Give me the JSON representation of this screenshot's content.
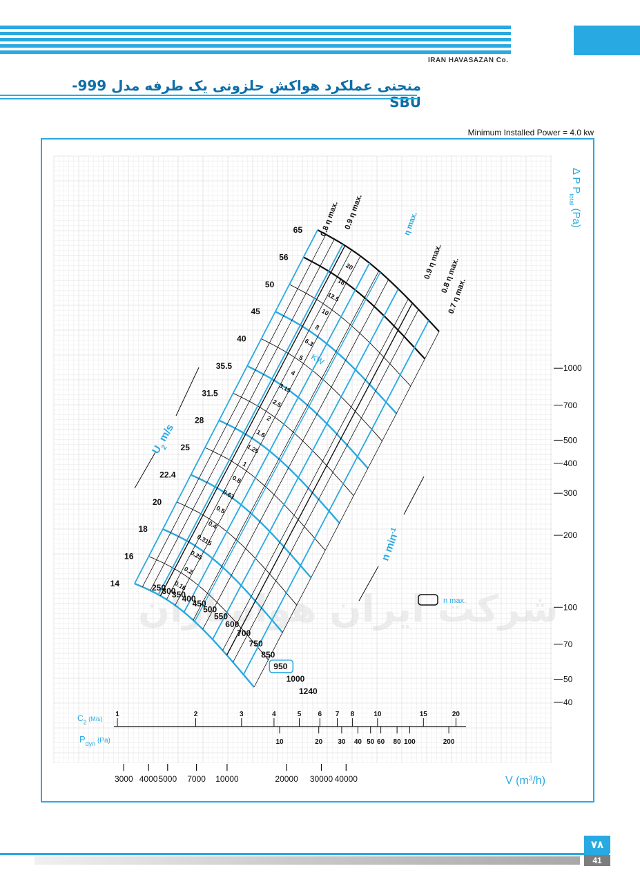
{
  "header": {
    "company": "IRAN HAVASAZAN Co.",
    "title": "منحنی عملکرد هواکش حلزونی یک طرفه مدل 999-SBU",
    "accent_color": "#29a9e1",
    "title_color": "#0e6ea8"
  },
  "note": "Minimum Installed Power = 4.0 kw",
  "watermark": "شرکت ایران هواسازان",
  "footer": {
    "page_fa": "۷۸",
    "page_num": "41"
  },
  "chart_data": {
    "type": "fan-performance",
    "grid": true,
    "xlabel": "V (m3/h)",
    "x_ticks": [
      3000,
      4000,
      5000,
      7000,
      10000,
      20000,
      30000,
      40000
    ],
    "ylabel_prefix": "Δ P",
    "ylabel_sub": "total",
    "ylabel_unit": "(Pa)",
    "y_ticks": [
      1000,
      700,
      500,
      400,
      300,
      200,
      100,
      70,
      50,
      40
    ],
    "ylim": [
      40,
      1000
    ],
    "speed_axis_label": "n  min",
    "speed_axis_exp": "-1",
    "speed_values": [
      250,
      300,
      350,
      400,
      450,
      500,
      550,
      600,
      700,
      750,
      850,
      950,
      1000,
      1240
    ],
    "n_max_value": 950,
    "legend_n_max": "n max.",
    "tip_speed_label": "U",
    "tip_speed_sub": "2",
    "tip_speed_unit": "m/s",
    "tip_speed_values": [
      14,
      16,
      18,
      20,
      22.4,
      25,
      28,
      31.5,
      35.5,
      40,
      45,
      50,
      56,
      65
    ],
    "power_label": "KW",
    "power_values": [
      0.16,
      0.2,
      0.25,
      0.315,
      0.4,
      0.5,
      0.63,
      0.8,
      1,
      1.25,
      1.6,
      2,
      2.5,
      3.15,
      4,
      5,
      6.3,
      8,
      10,
      12.5,
      16,
      20
    ],
    "efficiency_labels": [
      "0.8 η max.",
      "0.9 η max.",
      "η max.",
      "0.9 η max.",
      "0.8 η max.",
      "0.7 η max."
    ],
    "c2_label": "C",
    "c2_sub": "2",
    "c2_unit": "(M/s)",
    "c2_values": [
      1,
      2,
      3,
      4,
      5,
      6,
      7,
      8,
      10,
      15,
      20
    ],
    "pdyn_label": "P",
    "pdyn_sub": "dyn",
    "pdyn_unit": "(Pa)",
    "pdyn_values": [
      10,
      20,
      30,
      40,
      50,
      60,
      80,
      100,
      200
    ]
  }
}
